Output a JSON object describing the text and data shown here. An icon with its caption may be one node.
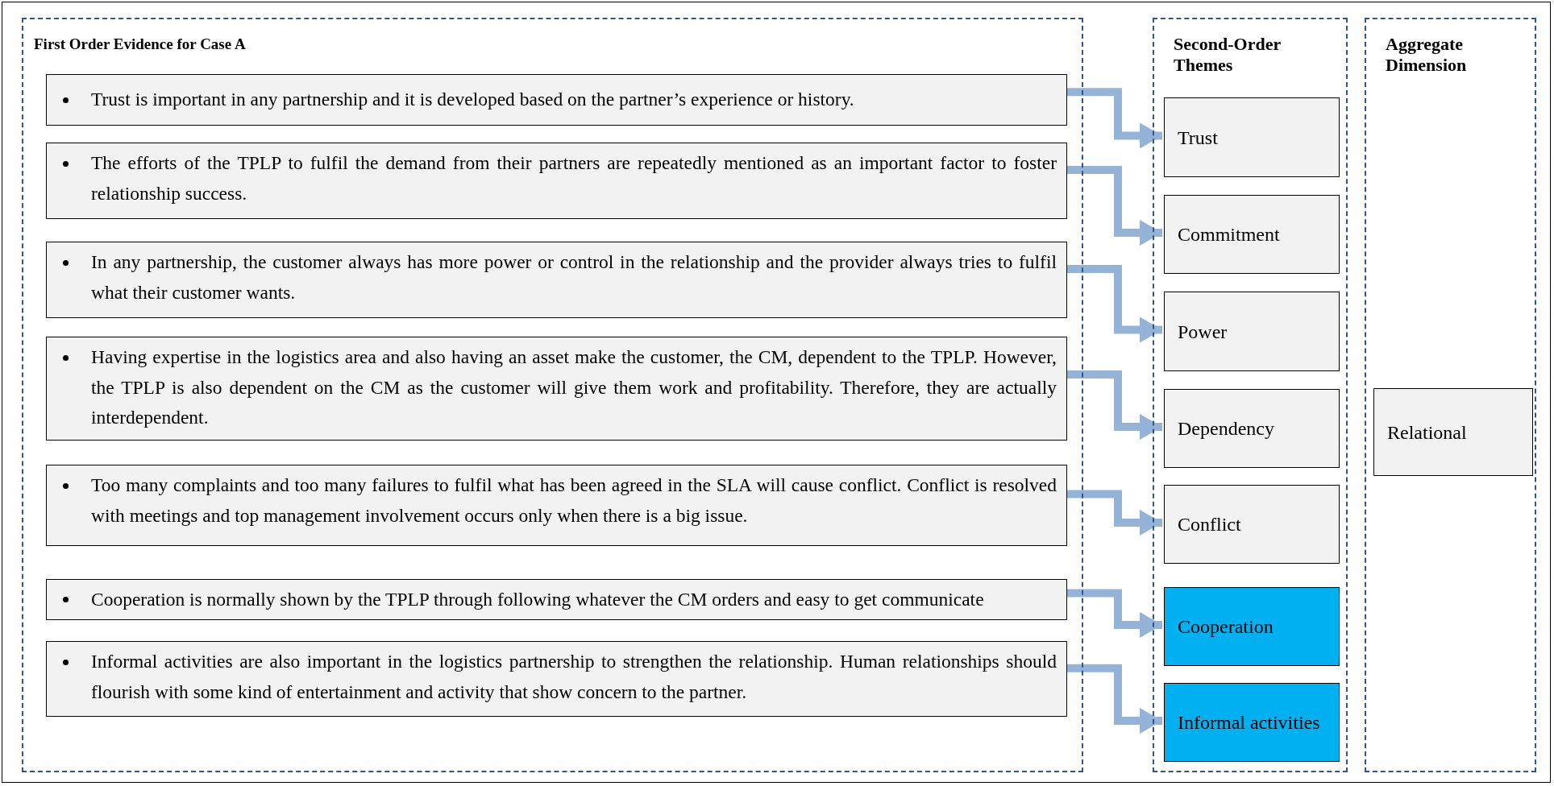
{
  "diagram": {
    "nodes": [
      {
        "text": [
          "First Order Evidence for Case A"
        ]
      },
      {
        "text": [
          "Trust is important in any partnership and it is developed based on the partner’s experience or history."
        ],
        "in": 0
      },
      {
        "text": [
          "The efforts of the TPLP to fulfil the demand from their partners are repeatedly mentioned as an important factor to foster relationship success."
        ],
        "in": 0
      },
      {
        "text": [
          "In any partnership, the customer always has more power or control in the relationship and the provider always tries to fulfil what their customer wants."
        ],
        "in": 0
      },
      {
        "text": [
          "Having expertise in the logistics area and also having an asset make the customer, the CM, dependent to the TPLP. However, the TPLP is also dependent on the CM as the customer will give them work and profitability. Therefore, they are actually interdependent."
        ],
        "in": 0
      },
      {
        "text": [
          "Too many complaints and too many failures to fulfil what has been agreed in the SLA will cause conflict. Conflict is resolved with meetings and top management involvement occurs only when there is a big issue."
        ],
        "in": 0
      },
      {
        "text": [
          "Cooperation is normally shown by the TPLP through following whatever the CM orders and easy to get communicate"
        ],
        "in": 0
      },
      {
        "text": [
          "Informal activities are also important in the logistics partnership to strengthen the relationship. Human relationships should flourish with some kind of entertainment and activity that show concern to the partner."
        ],
        "in": 0
      },
      {
        "text": [
          "Second-Order Themes"
        ]
      },
      {
        "text": [
          "Trust"
        ],
        "in": 8
      },
      {
        "text": [
          "Commitment"
        ],
        "in": 8
      },
      {
        "text": [
          "Power"
        ],
        "in": 8
      },
      {
        "text": [
          "Dependency"
        ],
        "in": 8
      },
      {
        "text": [
          "Conflict"
        ],
        "in": 8
      },
      {
        "text": [
          "Cooperation"
        ],
        "in": 8
      },
      {
        "text": [
          "Informal activities"
        ],
        "in": 8
      },
      {
        "text": [
          "Aggregate Dimension"
        ]
      },
      {
        "text": [
          "Relational"
        ],
        "in": 16
      }
    ],
    "edges": [
      {
        "from": 1,
        "to": 9,
        "arrow": "to"
      },
      {
        "from": 2,
        "to": 10,
        "arrow": "to"
      },
      {
        "from": 3,
        "to": 11,
        "arrow": "to"
      },
      {
        "from": 4,
        "to": 12,
        "arrow": "to"
      },
      {
        "from": 5,
        "to": 13,
        "arrow": "to"
      },
      {
        "from": 6,
        "to": 14,
        "arrow": "to"
      },
      {
        "from": 7,
        "to": 15,
        "arrow": "to"
      }
    ]
  }
}
